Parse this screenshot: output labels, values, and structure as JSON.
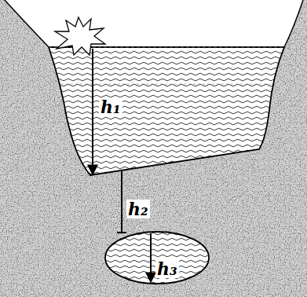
{
  "diagram": {
    "labels": [
      "h₁",
      "h₂",
      "h₃"
    ]
  }
}
